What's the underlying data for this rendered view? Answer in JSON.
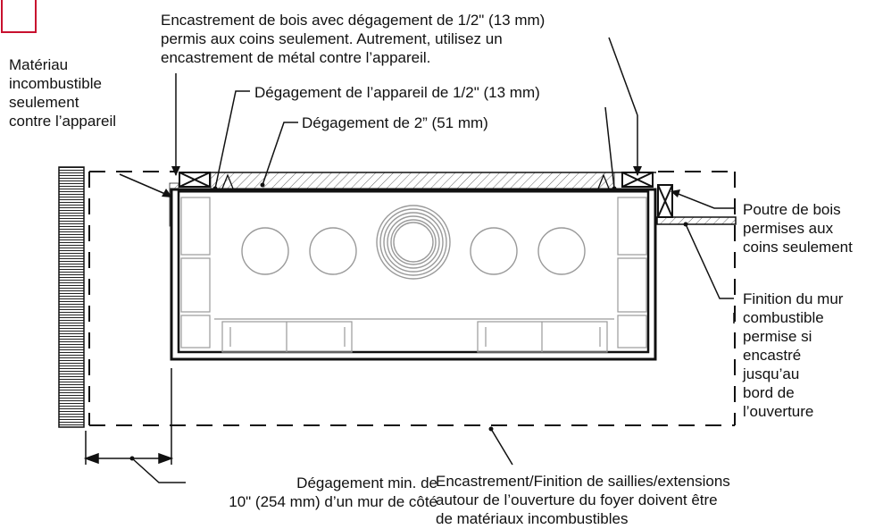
{
  "corner_mark_color": "#c8102e",
  "labels": {
    "wood_framing_note": "Encastrement de bois avec dégagement de 1/2\" (13 mm)\npermis aux coins seulement. Autrement, utilisez un\nencastrement de métal contre l’appareil.",
    "noncombustible_material": "Matériau\nincombustible\nseulement\ncontre l’appareil",
    "appliance_clearance": "Dégagement de l’appareil de 1/2\" (13 mm)",
    "clearance_2in": "Dégagement de 2” (51 mm)",
    "wood_beam": "Poutre de bois\npermises aux\ncoins seulement",
    "wall_finish": "Finition du mur\ncombustible\npermise si\nencastré\njusqu’au\nbord de\nl’ouverture",
    "side_wall_clearance": "Dégagement min. de\n10\" (254 mm) d’un mur de côté",
    "surround_note": "Encastrement/Finition de saillies/extensions\nautour de l’ouverture du foyer doivent être\nde matériaux incombustibles"
  }
}
